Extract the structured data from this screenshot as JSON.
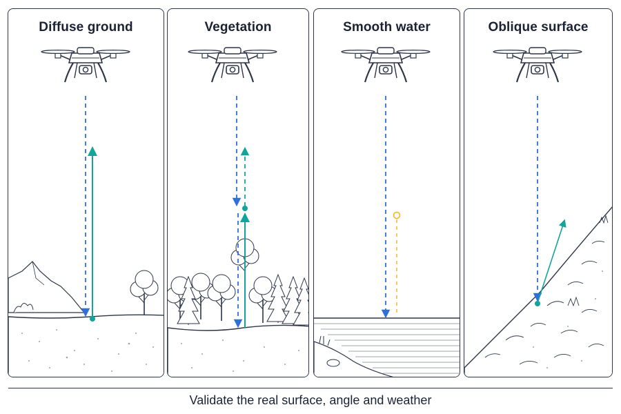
{
  "panels": [
    {
      "title": "Diffuse ground"
    },
    {
      "title": "Vegetation"
    },
    {
      "title": "Smooth water"
    },
    {
      "title": "Oblique surface"
    }
  ],
  "caption": "Validate the real surface, angle and weather",
  "colors": {
    "outgoing_beam": "#2f6fd6",
    "return_beam": "#14a39a",
    "weak_return": "#f2b526",
    "outline": "#2c3446"
  },
  "icons": [
    "drone-icon",
    "mountain-icon",
    "tree-icon",
    "forest-icon",
    "water-icon",
    "slope-icon"
  ]
}
